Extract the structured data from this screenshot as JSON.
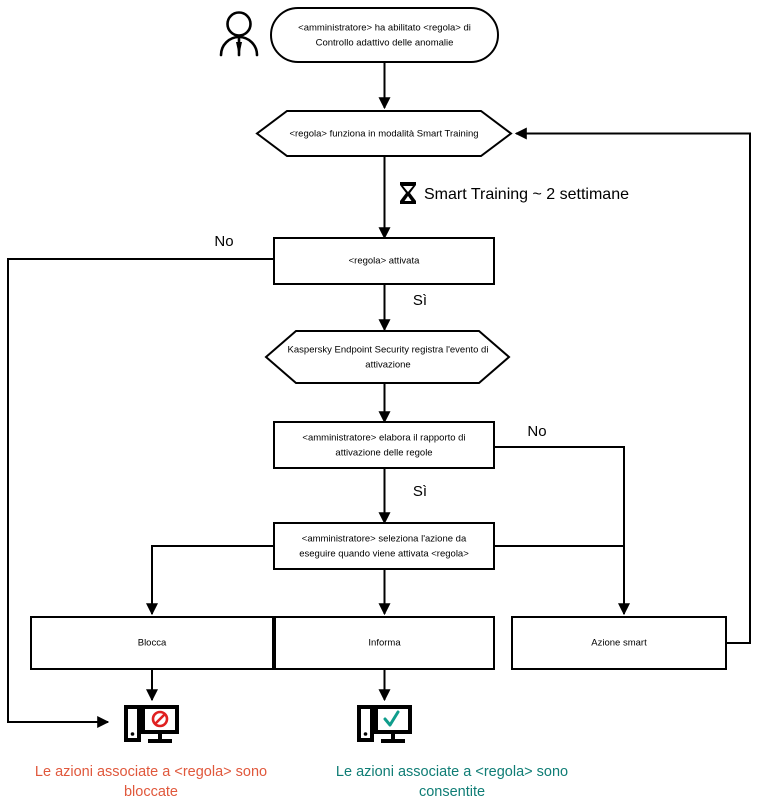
{
  "diagram": {
    "title": "Controllo adattivo delle anomalie - flusso Smart Training",
    "language": "it",
    "colors": {
      "stroke": "#000000",
      "fill": "#ffffff",
      "blocked_text": "#e0583c",
      "allowed_text": "#0f7d75",
      "blocked_icon": "#e02020",
      "allowed_icon": "#0f9d8c"
    },
    "nodes": {
      "actor": {
        "icon": "person-icon",
        "label": ""
      },
      "start": {
        "shape": "rounded",
        "lines": [
          "<amministratore> ha abilitato <regola> di",
          "Controllo adattivo delle anomalie"
        ]
      },
      "smart_training_mode": {
        "shape": "hexagon",
        "lines": [
          "<regola> funziona in modalità Smart Training"
        ]
      },
      "rule_activated": {
        "shape": "rect",
        "lines": [
          "<regola> attivata"
        ]
      },
      "kes_logs_event": {
        "shape": "hexagon",
        "lines": [
          "Kaspersky Endpoint Security registra l'evento di",
          "attivazione"
        ]
      },
      "admin_report": {
        "shape": "rect",
        "lines": [
          "<amministratore> elabora il rapporto di",
          "attivazione delle regole"
        ]
      },
      "admin_selects_action": {
        "shape": "rect",
        "lines": [
          "<amministratore> seleziona l'azione da",
          "eseguire quando viene attivata <regola>"
        ]
      },
      "action_block": {
        "shape": "rect",
        "lines": [
          "Blocca"
        ]
      },
      "action_inform": {
        "shape": "rect",
        "lines": [
          "Informa"
        ]
      },
      "action_smart": {
        "shape": "rect",
        "lines": [
          "Azione smart"
        ]
      }
    },
    "annotations": {
      "smart_training_duration": {
        "icon": "hourglass-icon",
        "text": "Smart Training ~ 2 settimane"
      }
    },
    "edge_labels": {
      "rule_activated_no": "No",
      "rule_activated_yes": "Sì",
      "admin_report_no": "No",
      "admin_report_yes": "Sì"
    },
    "outcomes": {
      "blocked": {
        "icon": "monitor-blocked-icon",
        "lines": [
          "Le azioni associate a <regola> sono",
          "bloccate"
        ]
      },
      "allowed": {
        "icon": "monitor-allowed-icon",
        "lines": [
          "Le azioni associate a <regola> sono",
          "consentite"
        ]
      }
    }
  }
}
